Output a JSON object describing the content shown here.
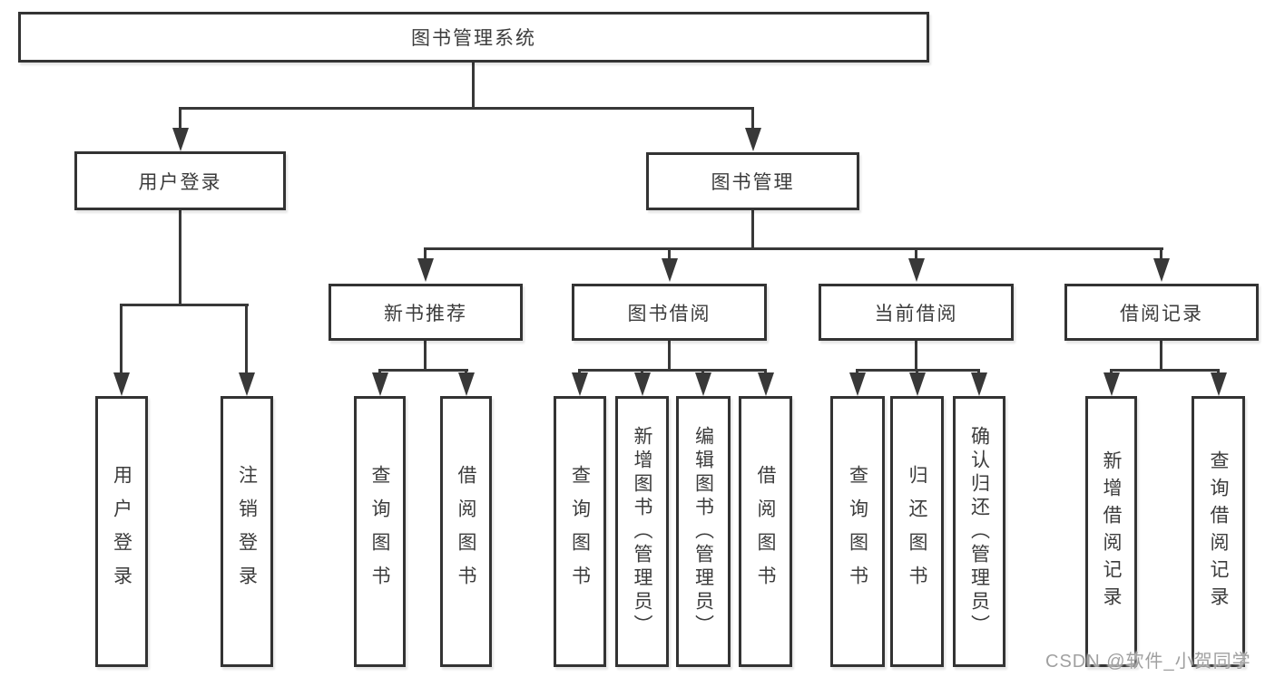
{
  "page": {
    "background": "#ffffff"
  },
  "diagram": {
    "type": "tree",
    "colors": {
      "line": "#383838",
      "box_border": "#333333",
      "text": "#3c3c3c",
      "watermark": "#a0a0a0",
      "background": "#ffffff"
    },
    "watermark": "CSDN @软件_小贺同学",
    "root": {
      "label": "图书管理系统",
      "children": [
        {
          "label": "用户登录",
          "children": [
            {
              "label": "用户登录"
            },
            {
              "label": "注销登录"
            }
          ]
        },
        {
          "label": "图书管理",
          "children": [
            {
              "label": "新书推荐",
              "children": [
                {
                  "label": "查询图书"
                },
                {
                  "label": "借阅图书"
                }
              ]
            },
            {
              "label": "图书借阅",
              "children": [
                {
                  "label": "查询图书"
                },
                {
                  "label": "新增图书（管理员）"
                },
                {
                  "label": "编辑图书（管理员）"
                },
                {
                  "label": "借阅图书"
                }
              ]
            },
            {
              "label": "当前借阅",
              "children": [
                {
                  "label": "查询图书"
                },
                {
                  "label": "归还图书"
                },
                {
                  "label": "确认归还（管理员）"
                }
              ]
            },
            {
              "label": "借阅记录",
              "children": [
                {
                  "label": "新增借阅记录"
                },
                {
                  "label": "查询借阅记录"
                }
              ]
            }
          ]
        }
      ]
    }
  }
}
